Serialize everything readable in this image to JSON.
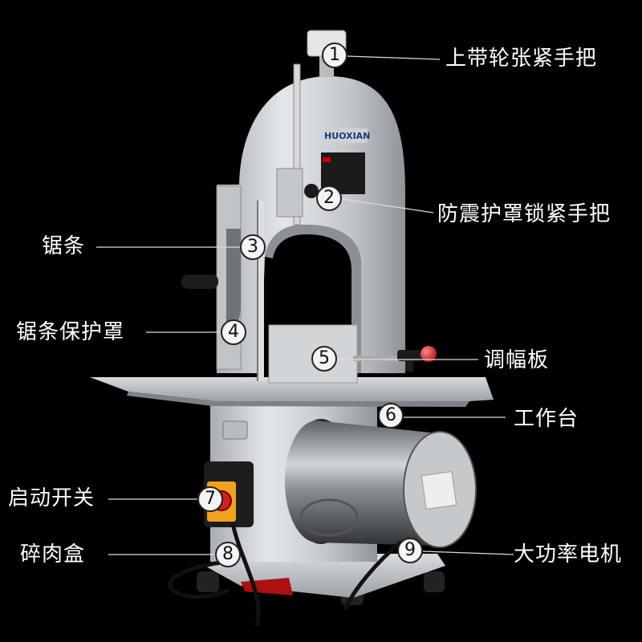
{
  "brand": "HUOXIAN",
  "colors": {
    "background": "#000000",
    "machine_body": "#c9cdd2",
    "handle_ball": "#d8232a",
    "switch_body": "#f0a21c",
    "switch_knob": "#d21e1e",
    "label_text": "#ffffff"
  },
  "callouts": [
    {
      "number": "1",
      "label": "上带轮张紧手把"
    },
    {
      "number": "2",
      "label": "防震护罩锁紧手把"
    },
    {
      "number": "3",
      "label": "锯条"
    },
    {
      "number": "4",
      "label": "锯条保护罩"
    },
    {
      "number": "5",
      "label": "调幅板"
    },
    {
      "number": "6",
      "label": "工作台"
    },
    {
      "number": "7",
      "label": "启动开关"
    },
    {
      "number": "8",
      "label": "碎肉盒"
    },
    {
      "number": "9",
      "label": "大功率电机"
    }
  ]
}
